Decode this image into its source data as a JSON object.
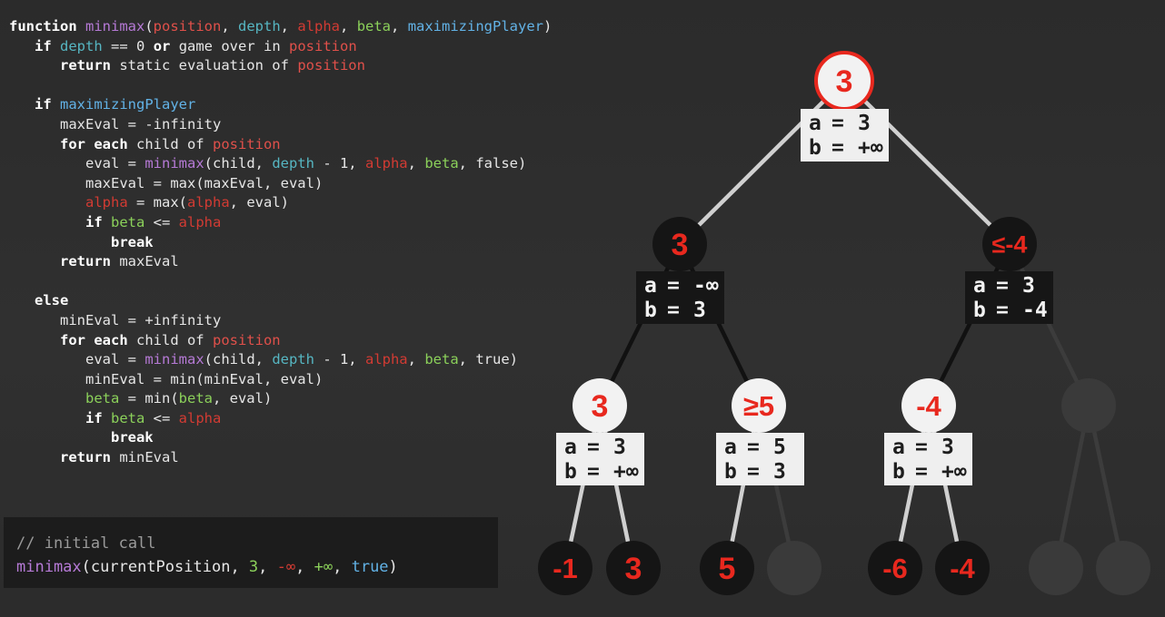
{
  "code": {
    "kw_function": "function",
    "fn_name": "minimax",
    "param_position": "position",
    "param_depth": "depth",
    "param_alpha": "alpha",
    "param_beta": "beta",
    "param_maximizing": "maximizingPlayer",
    "kw_if": "if",
    "kw_or": "or",
    "cond_depth_zero": " == 0 ",
    "game_over_in": " game over in ",
    "kw_return": "return",
    "static_eval": " static evaluation of ",
    "maxeval_init": "maxEval = -infinity",
    "kw_for_each": "for each",
    "child_of": " child of ",
    "eval_assign": "eval = ",
    "call_child": "(child, ",
    "depth_minus": " - 1, ",
    "false_arg": ", false)",
    "true_arg": ", true)",
    "maxeval_update": "maxEval = max(maxEval, eval)",
    "alpha_update_mid": " = max(",
    "eval_close": ", eval)",
    "le": " <= ",
    "kw_break": "break",
    "ret_maxeval": " maxEval",
    "kw_else": "else",
    "mineval_init": "minEval = +infinity",
    "mineval_update": "minEval = min(minEval, eval)",
    "beta_update_mid": " = min(",
    "ret_mineval": " minEval"
  },
  "initial_call": {
    "comment": "// initial call",
    "fn": "minimax",
    "open": "(",
    "arg_position": "currentPosition",
    "sep": ", ",
    "arg_depth": "3",
    "arg_alpha": "-∞",
    "arg_beta": "+∞",
    "arg_max": "true",
    "close": ")"
  },
  "tree": {
    "nodes": [
      {
        "id": "root",
        "value": "3",
        "style": "max-active",
        "alpha": "3",
        "beta": "+∞"
      },
      {
        "id": "n-left",
        "value": "3",
        "style": "min",
        "alpha": "-∞",
        "beta": "3"
      },
      {
        "id": "n-right",
        "value": "≤-4",
        "style": "min",
        "alpha": "3",
        "beta": "-4"
      },
      {
        "id": "n-ll",
        "value": "3",
        "style": "max",
        "alpha": "3",
        "beta": "+∞"
      },
      {
        "id": "n-lr",
        "value": "≥5",
        "style": "max",
        "alpha": "5",
        "beta": "3"
      },
      {
        "id": "n-rl",
        "value": "-4",
        "style": "max",
        "alpha": "3",
        "beta": "+∞"
      },
      {
        "id": "n-rr",
        "value": "",
        "style": "pruned"
      },
      {
        "id": "leaf-1",
        "value": "-1",
        "style": "leaf"
      },
      {
        "id": "leaf-2",
        "value": "3",
        "style": "leaf"
      },
      {
        "id": "leaf-3",
        "value": "5",
        "style": "leaf"
      },
      {
        "id": "leaf-4",
        "value": "",
        "style": "pruned"
      },
      {
        "id": "leaf-5",
        "value": "-6",
        "style": "leaf"
      },
      {
        "id": "leaf-6",
        "value": "-4",
        "style": "leaf"
      },
      {
        "id": "leaf-7",
        "value": "",
        "style": "pruned"
      },
      {
        "id": "leaf-8",
        "value": "",
        "style": "pruned"
      }
    ],
    "edges": [
      {
        "from": "root",
        "to": "n-left",
        "state": "visited"
      },
      {
        "from": "root",
        "to": "n-right",
        "state": "visited"
      },
      {
        "from": "n-left",
        "to": "n-ll",
        "state": "dark"
      },
      {
        "from": "n-left",
        "to": "n-lr",
        "state": "dark"
      },
      {
        "from": "n-right",
        "to": "n-rl",
        "state": "dark"
      },
      {
        "from": "n-right",
        "to": "n-rr",
        "state": "pruned"
      },
      {
        "from": "n-ll",
        "to": "leaf-1",
        "state": "visited"
      },
      {
        "from": "n-ll",
        "to": "leaf-2",
        "state": "visited"
      },
      {
        "from": "n-lr",
        "to": "leaf-3",
        "state": "visited"
      },
      {
        "from": "n-lr",
        "to": "leaf-4",
        "state": "pruned"
      },
      {
        "from": "n-rl",
        "to": "leaf-5",
        "state": "visited"
      },
      {
        "from": "n-rl",
        "to": "leaf-6",
        "state": "visited"
      },
      {
        "from": "n-rr",
        "to": "leaf-7",
        "state": "pruned"
      },
      {
        "from": "n-rr",
        "to": "leaf-8",
        "state": "pruned"
      }
    ],
    "alpha_symbol": "a",
    "beta_symbol": "b",
    "eq": "="
  },
  "colors": {
    "value_red": "#e8281e",
    "max_fill": "#f2f2f2",
    "min_fill": "#151515",
    "leaf_fill": "#151515",
    "pruned_fill": "#3a3a3a",
    "label_light_bg": "#efefef",
    "label_dark_bg": "#161616",
    "edge_light": "#d0d0d0",
    "edge_dark": "#111111",
    "edge_pruned": "#3c3c3c"
  }
}
